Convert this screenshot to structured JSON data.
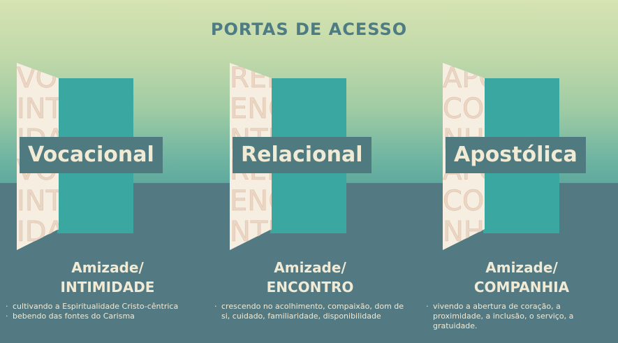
{
  "page": {
    "title": "PORTAS DE ACESSO"
  },
  "doors": [
    {
      "label": "Vocacional",
      "heading_line1": "Amizade/",
      "heading_line2": "INTIMIDADE",
      "bullets": [
        "cultivando a Espiritualidade Cristo-cêntrica",
        "bebendo das fontes do Carisma"
      ],
      "leaf_text": [
        "VOCA",
        "INTIM",
        "IDADE",
        "VOCA",
        "INTIM",
        "IDADE"
      ]
    },
    {
      "label": "Relacional",
      "heading_line1": "Amizade/",
      "heading_line2": "ENCONTRO",
      "bullets": [
        "crescendo no acolhimento, compaixão, dom de si, cuidado, familiaridade, disponibilidade"
      ],
      "leaf_text": [
        "REL",
        "ENCO",
        "NTRO",
        "REL",
        "ENCO",
        "NTRO"
      ]
    },
    {
      "label": "Apostólica",
      "heading_line1": "Amizade/",
      "heading_line2": "COMPANHIA",
      "bullets": [
        "vivendo a abertura de coração, a proximidade, a inclusão, o serviço, a gratuidade."
      ],
      "leaf_text": [
        "APO",
        "COMPA",
        "NHIA",
        "APO",
        "COMPA",
        "NHIA"
      ]
    }
  ],
  "colors": {
    "title": "#4e7c84",
    "door_panel": "#3aa8a0",
    "label_bg": "#4f7a7f",
    "text_light": "#f1ead5",
    "bottom_bg": "#537a82"
  }
}
